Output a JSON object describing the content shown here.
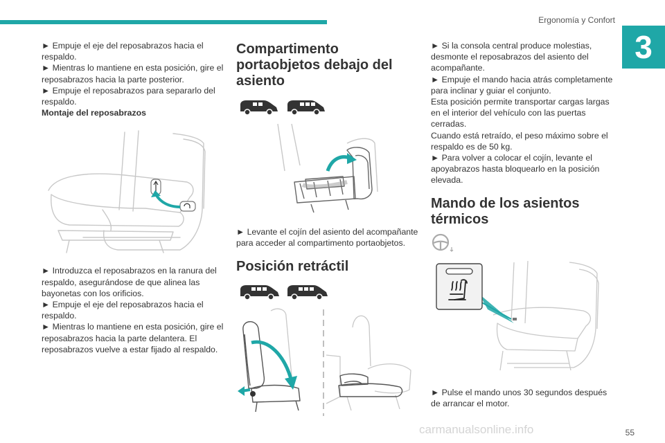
{
  "header": {
    "section_title": "Ergonomía y Confort",
    "chapter_number": "3",
    "accent_color": "#1fa7a7"
  },
  "col1": {
    "p1": "► Empuje el eje del reposabrazos hacia el respaldo.",
    "p2": "► Mientras lo mantiene en esta posición, gire el reposabrazos hacia la parte posterior.",
    "p3": "► Empuje el reposabrazos para separarlo del respaldo.",
    "subheading": "Montaje del reposabrazos",
    "p4": "► Introduzca el reposabrazos en la ranura del respaldo, asegurándose de que alinea las bayonetas con los orificios.",
    "p5": "► Empuje el eje del reposabrazos hacia el respaldo.",
    "p6": "► Mientras lo mantiene en esta posición, gire el reposabrazos hacia la parte delantera. El reposabrazos vuelve a estar fijado al respaldo."
  },
  "col2": {
    "heading1": "Compartimento portaobjetos debajo del asiento",
    "p1": "► Levante el cojín del asiento del acompañante para acceder al compartimento portaobjetos.",
    "heading2": "Posición retráctil"
  },
  "col3": {
    "p1": "► Si la consola central produce molestias, desmonte el reposabrazos del asiento del acompañante.",
    "p2": "► Empuje el mando hacia atrás completamente para inclinar y guiar el conjunto.",
    "p3": "Esta posición permite transportar cargas largas en el interior del vehículo con las puertas cerradas.",
    "p4": "Cuando está retraído, el peso máximo sobre el respaldo es de 50 kg.",
    "p5": "► Para volver a colocar el cojín, levante el apoyabrazos hasta bloquearlo en la posición elevada.",
    "heading": "Mando de los asientos térmicos",
    "p6": "► Pulse el mando unos 30 segundos después de arrancar el motor."
  },
  "footer": {
    "page_number": "55",
    "watermark": "carmanualsonline.info"
  }
}
